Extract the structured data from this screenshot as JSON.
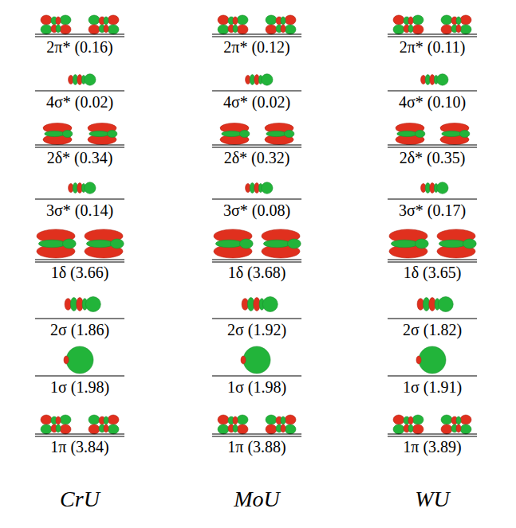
{
  "diagram": {
    "labels": [
      "2π* (0.16)",
      "4σ* (0.02)",
      "2δ* (0.34)",
      "3σ* (0.14)",
      "1δ (3.66)",
      "2σ (1.86)",
      "1σ (1.98)",
      "1π (3.84)",
      "2π* (0.12)",
      "4σ* (0.02)",
      "2δ* (0.32)",
      "3σ* (0.08)",
      "1δ (3.68)",
      "2σ (1.92)",
      "1σ (1.98)",
      "1π (3.88)",
      "2π* (0.11)",
      "4σ* (0.10)",
      "2δ* (0.35)",
      "3σ* (0.17)",
      "1δ (3.65)",
      "2σ (1.82)",
      "1σ (1.91)",
      "1π (3.89)",
      "CrU",
      "MoU",
      "WU"
    ]
  }
}
